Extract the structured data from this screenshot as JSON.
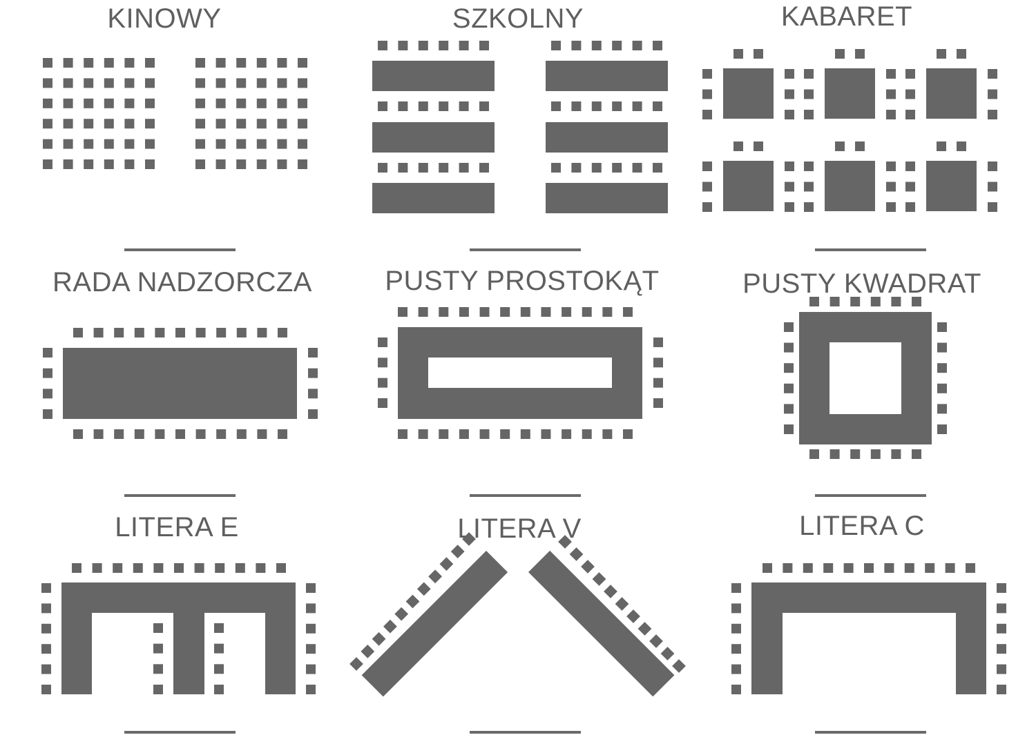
{
  "colors": {
    "shape": "#666666",
    "text": "#5f5f5f",
    "divider": "#6a6a6a",
    "background": "#ffffff"
  },
  "layouts": [
    {
      "id": "kinowy",
      "title": "KINOWY",
      "type": "theater"
    },
    {
      "id": "szkolny",
      "title": "SZKOLNY",
      "type": "classroom"
    },
    {
      "id": "kabaret",
      "title": "KABARET",
      "type": "cabaret"
    },
    {
      "id": "rada-nadzorcza",
      "title": "RADA NADZORCZA",
      "type": "boardroom"
    },
    {
      "id": "pusty-prostokat",
      "title": "PUSTY PROSTOKĄT",
      "type": "hollow-rectangle"
    },
    {
      "id": "pusty-kwadrat",
      "title": "PUSTY KWADRAT",
      "type": "hollow-square"
    },
    {
      "id": "litera-e",
      "title": "LITERA E",
      "type": "e-shape"
    },
    {
      "id": "litera-v",
      "title": "LITERA V",
      "type": "v-shape"
    },
    {
      "id": "litera-c",
      "title": "LITERA C",
      "type": "u-shape"
    }
  ]
}
